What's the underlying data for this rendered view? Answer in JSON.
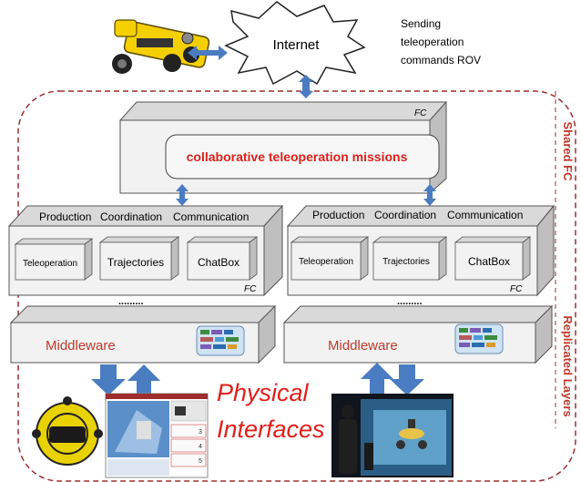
{
  "top": {
    "internet_label": "Internet",
    "note_lines": [
      "Sending",
      "teleoperation",
      "commands ROV"
    ]
  },
  "shared_fc": {
    "fc_label": "FC",
    "mission_label": "collaborative teleoperation missions",
    "side_label": "Shared FC"
  },
  "modules": [
    {
      "headers": [
        "Production",
        "Coordination",
        "Communication"
      ],
      "boxes": [
        "Teleoperation",
        "Trajectories",
        "ChatBox"
      ],
      "fc_label": "FC"
    },
    {
      "headers": [
        "Production",
        "Coordination",
        "Communication"
      ],
      "boxes": [
        "Teleoperation",
        "Trajectories",
        "ChatBox"
      ],
      "fc_label": "FC"
    }
  ],
  "ellipsis": ".........",
  "middleware": {
    "left_label": "Middleware",
    "right_label": "Middleware",
    "side_label": "Replicated Layers"
  },
  "physical_interfaces": [
    "Physical",
    "Interfaces"
  ],
  "screen_numbers": [
    "3",
    "4",
    "5"
  ],
  "colors": {
    "red_text": "#e0201b",
    "arrow_blue": "#4a7cc2",
    "dashed_border": "#9b2f2f",
    "box_face": "#f2f2f2",
    "box_top": "#d9d9d9",
    "box_side": "#bfbfbf"
  }
}
